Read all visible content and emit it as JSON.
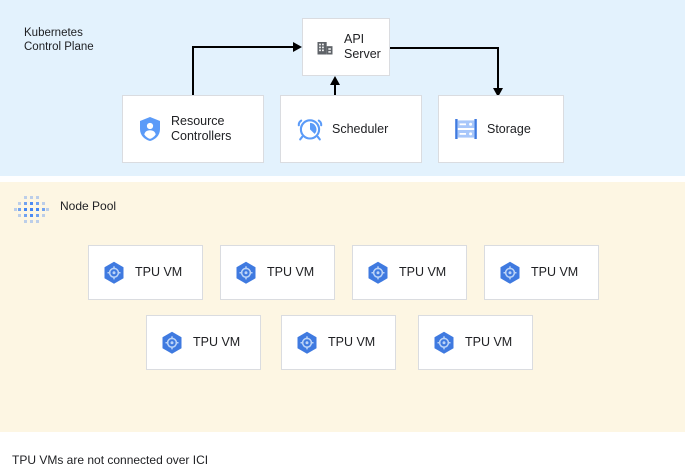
{
  "diagram": {
    "caption": "TPU VMs are not connected over ICI",
    "colors": {
      "control_plane_background": "#e3f2fd",
      "node_pool_background": "#fdf6e3",
      "card_background": "#ffffff",
      "card_border": "#dadce0",
      "accent_blue": "#4285f4",
      "icon_gray": "#5f6368",
      "text": "#202124",
      "edge": "#000000"
    }
  },
  "control_plane": {
    "title": "Kubernetes\nControl Plane",
    "nodes": [
      {
        "id": "api-server",
        "label": "API\nServer",
        "icon": "building-icon"
      },
      {
        "id": "resource-controllers",
        "label": "Resource\nControllers",
        "icon": "shield-user-icon"
      },
      {
        "id": "scheduler",
        "label": "Scheduler",
        "icon": "alarm-clock-icon"
      },
      {
        "id": "storage",
        "label": "Storage",
        "icon": "server-rack-icon"
      }
    ],
    "edges": [
      {
        "from": "resource-controllers",
        "to": "api-server",
        "direction": "right"
      },
      {
        "from": "scheduler",
        "to": "api-server",
        "direction": "up"
      },
      {
        "from": "api-server",
        "to": "storage",
        "direction": "down"
      }
    ]
  },
  "node_pool": {
    "title": "Node Pool",
    "icon": "node-pool-dots-icon",
    "rows": [
      {
        "vms": [
          {
            "label": "TPU VM",
            "icon": "tpu-hexagon-icon"
          },
          {
            "label": "TPU VM",
            "icon": "tpu-hexagon-icon"
          },
          {
            "label": "TPU VM",
            "icon": "tpu-hexagon-icon"
          },
          {
            "label": "TPU VM",
            "icon": "tpu-hexagon-icon"
          }
        ]
      },
      {
        "vms": [
          {
            "label": "TPU VM",
            "icon": "tpu-hexagon-icon"
          },
          {
            "label": "TPU VM",
            "icon": "tpu-hexagon-icon"
          },
          {
            "label": "TPU VM",
            "icon": "tpu-hexagon-icon"
          }
        ]
      }
    ]
  }
}
